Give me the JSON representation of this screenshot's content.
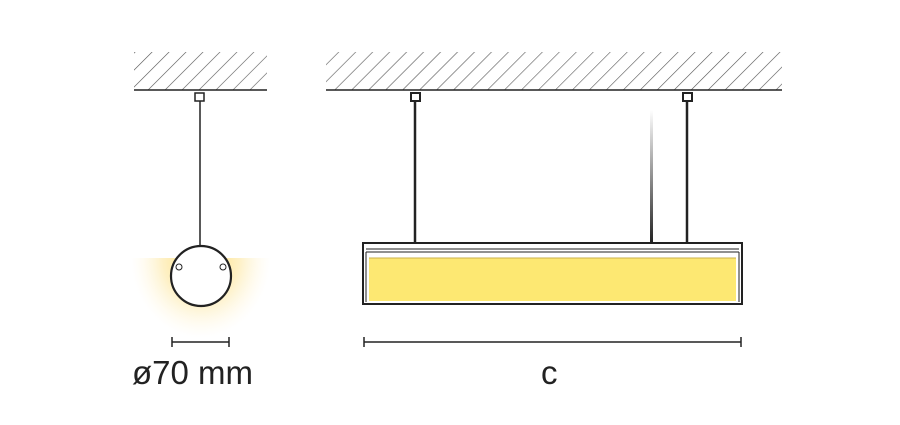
{
  "labels": {
    "diameter": "ø70 mm",
    "length": "c"
  },
  "colors": {
    "line": "#222222",
    "hatch": "#555555",
    "light_fill": "#fde872",
    "glow": "#fde7a0",
    "background": "#ffffff"
  },
  "icons": {
    "ceiling": "hatched-ceiling",
    "mount": "ceiling-mount-bracket"
  }
}
